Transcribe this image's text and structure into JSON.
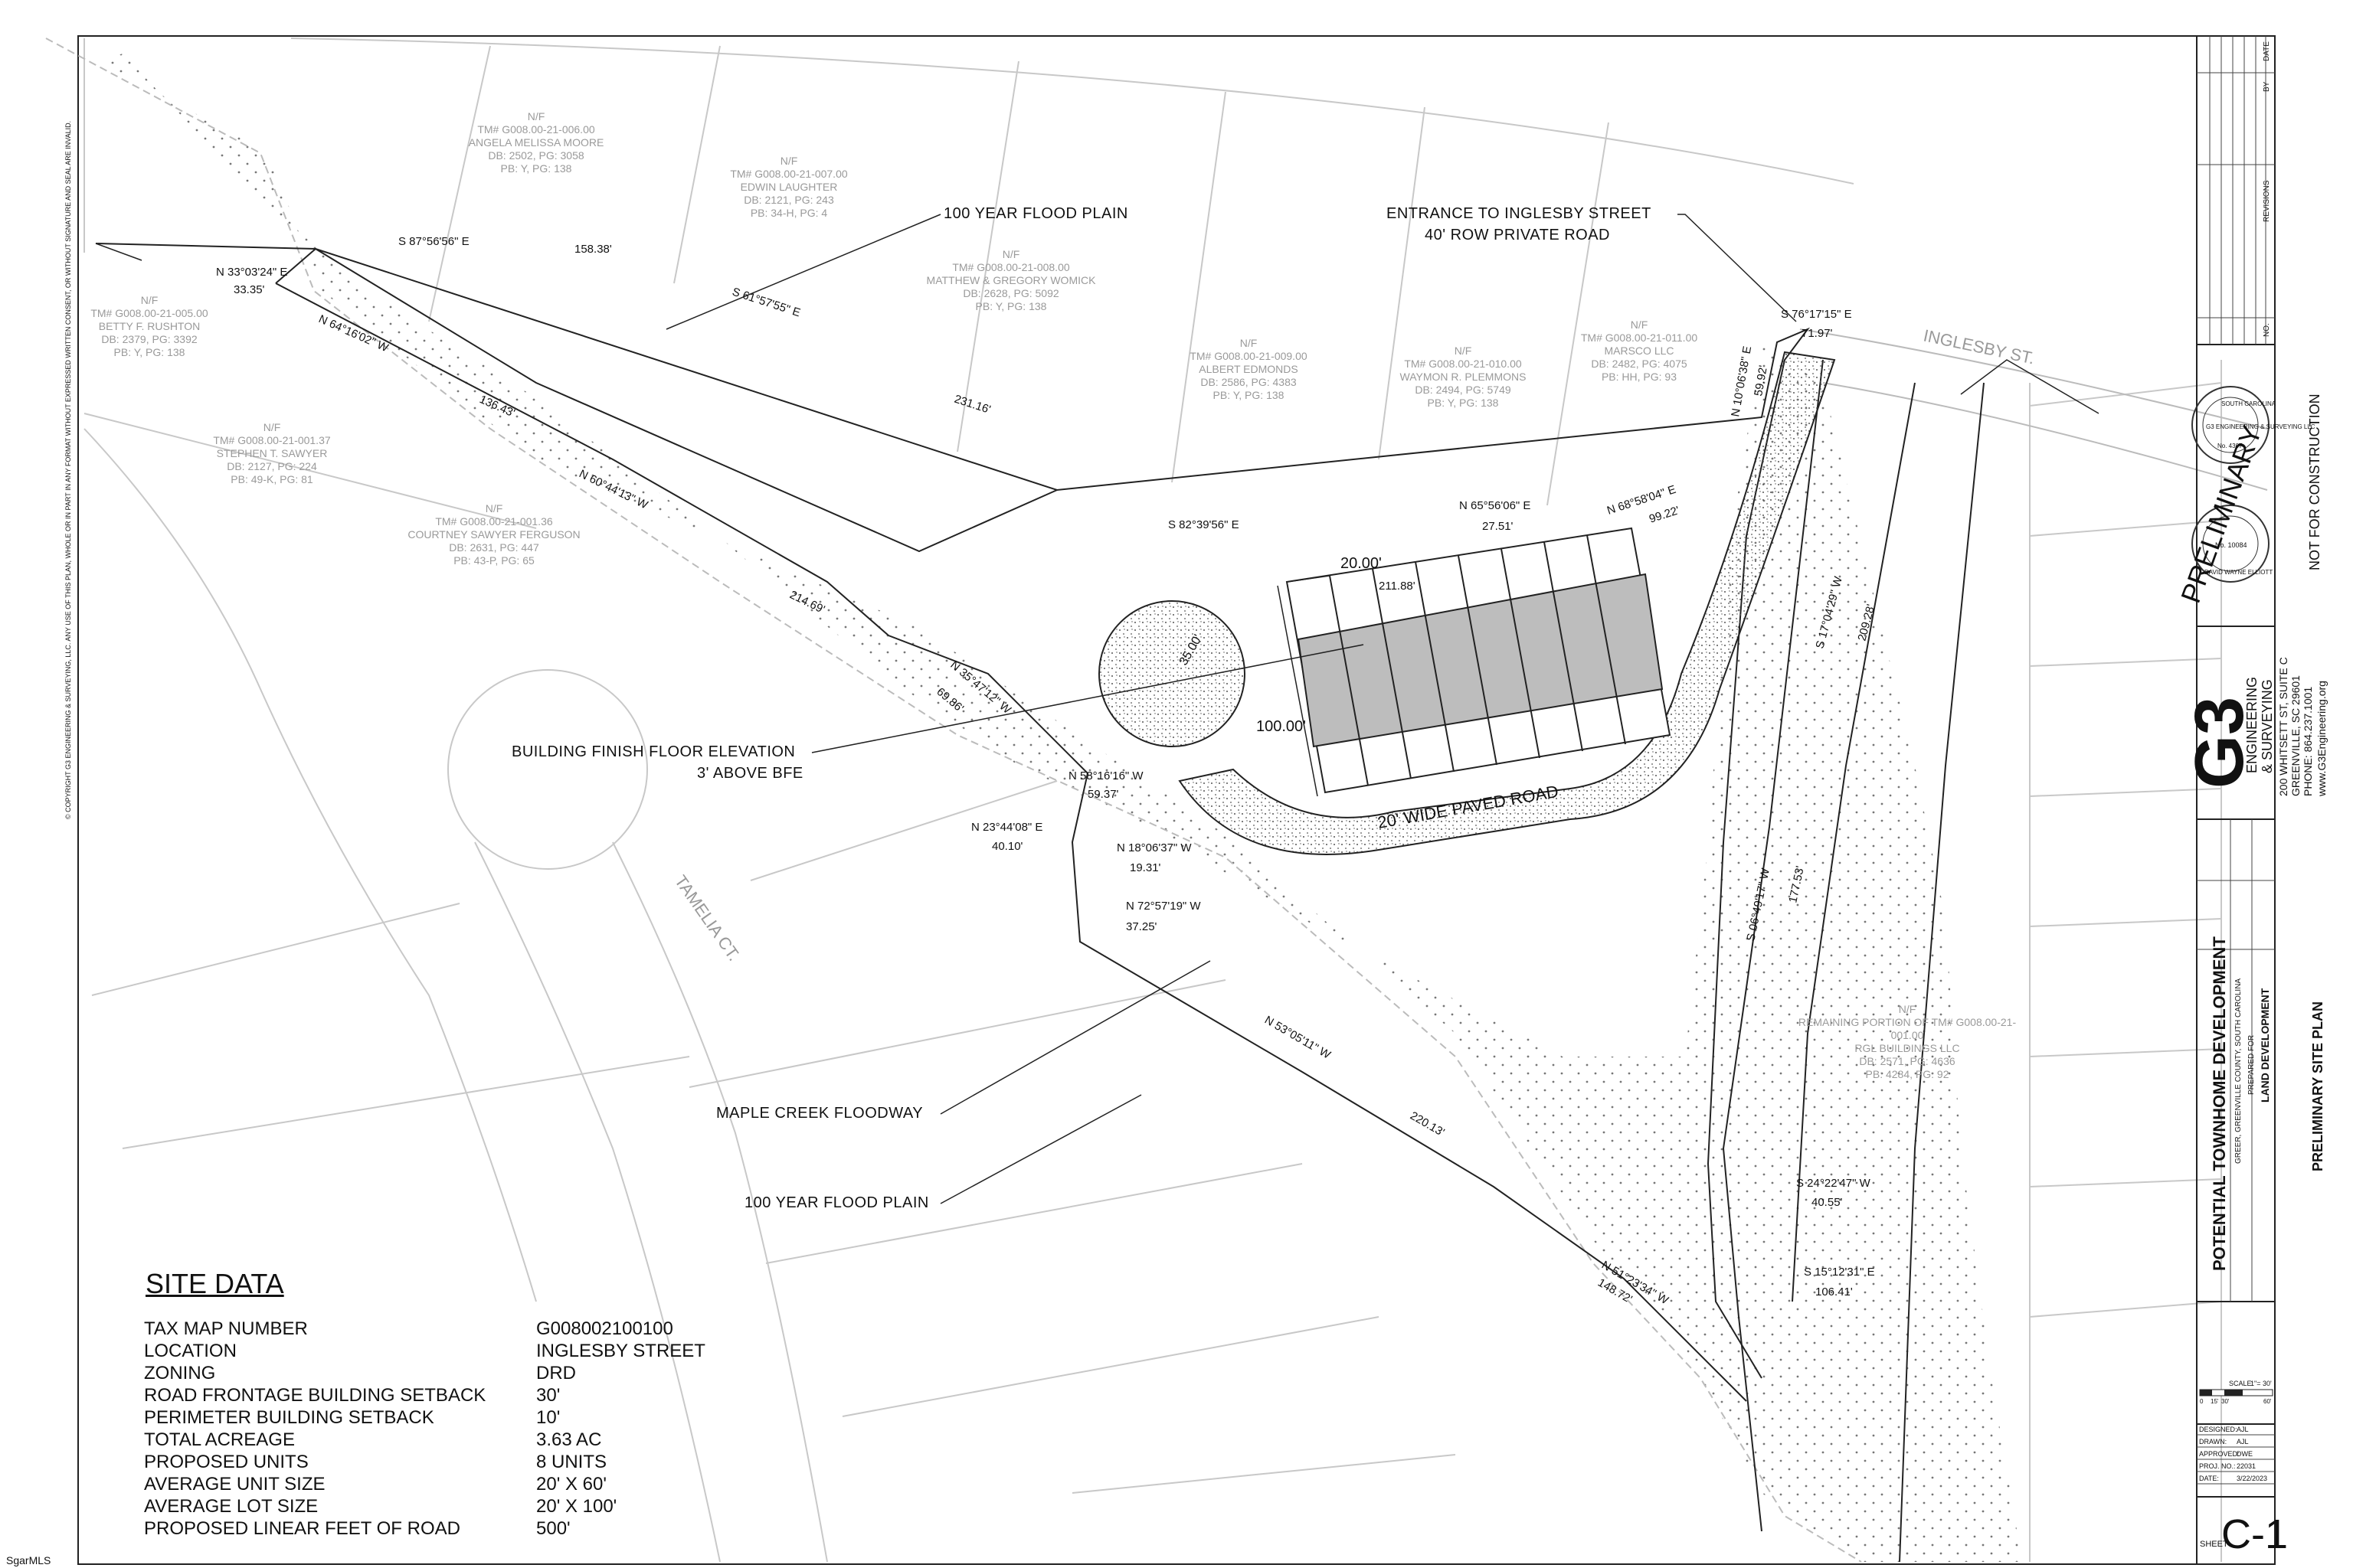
{
  "callouts": {
    "flood_plain_top": "100 YEAR FLOOD PLAIN",
    "entrance_1": "ENTRANCE TO INGLESBY STREET",
    "entrance_2": "40' ROW PRIVATE ROAD",
    "bfe_1": "BUILDING FINISH FLOOR ELEVATION",
    "bfe_2": "3' ABOVE BFE",
    "floodway": "MAPLE CREEK FLOODWAY",
    "flood_plain_bottom": "100 YEAR FLOOD PLAIN",
    "paved_road": "20' WIDE PAVED ROAD",
    "dim_width": "20.00'",
    "dim_depth": "100.00'",
    "dim_radius": "35.00'"
  },
  "streets": {
    "inglesby": "INGLESBY ST.",
    "tamelia": "TAMELIA CT."
  },
  "parcels": [
    {
      "nf": "N/F",
      "tm": "TM# G008.00-21-006.00",
      "owner": "ANGELA MELISSA MOORE",
      "db": "DB: 2502, PG: 3058",
      "pb": "PB: Y, PG: 138"
    },
    {
      "nf": "N/F",
      "tm": "TM# G008.00-21-007.00",
      "owner": "EDWIN LAUGHTER",
      "db": "DB: 2121, PG: 243",
      "pb": "PB: 34-H, PG: 4"
    },
    {
      "nf": "N/F",
      "tm": "TM# G008.00-21-008.00",
      "owner": "MATTHEW & GREGORY WOMICK",
      "db": "DB: 2628, PG: 5092",
      "pb": "PB: Y, PG: 138"
    },
    {
      "nf": "N/F",
      "tm": "TM# G008.00-21-005.00",
      "owner": "BETTY F. RUSHTON",
      "db": "DB: 2379, PG: 3392",
      "pb": "PB: Y, PG: 138"
    },
    {
      "nf": "N/F",
      "tm": "TM# G008.00-21-009.00",
      "owner": "ALBERT EDMONDS",
      "db": "DB: 2586, PG: 4383",
      "pb": "PB: Y, PG: 138"
    },
    {
      "nf": "N/F",
      "tm": "TM# G008.00-21-010.00",
      "owner": "WAYMON R. PLEMMONS",
      "db": "DB: 2494, PG: 5749",
      "pb": "PB: Y, PG: 138"
    },
    {
      "nf": "N/F",
      "tm": "TM# G008.00-21-011.00",
      "owner": "MARSCO LLC",
      "db": "DB: 2482, PG: 4075",
      "pb": "PB: HH, PG: 93"
    },
    {
      "nf": "N/F",
      "tm": "TM# G008.00-21-001.37",
      "owner": "STEPHEN T. SAWYER",
      "db": "DB: 2127, PG: 224",
      "pb": "PB: 49-K, PG: 81"
    },
    {
      "nf": "N/F",
      "tm": "TM# G008.00-21-001.36",
      "owner": "COURTNEY SAWYER FERGUSON",
      "db": "DB: 2631, PG: 447",
      "pb": "PB: 43-P, PG: 65"
    },
    {
      "nf": "N/F",
      "tm": "REMAINING PORTION OF TM# G008.00-21-001.00",
      "owner": "RGL BUILDINGS LLC",
      "db": "DB: 2571, PG: 4636",
      "pb": "PB: 4284, PG: 92"
    }
  ],
  "bearings": [
    "S 87°56'56\" E",
    "158.38'",
    "N 33°03'24\" E",
    "33.35'",
    "S 61°57'55\" E",
    "231.16'",
    "N 64°16'02\" W",
    "136.43'",
    "N 60°44'13\" W",
    "214.69'",
    "S 82°39'56\" E",
    "211.88'",
    "N 65°56'06\" E",
    "27.51'",
    "N 68°58'04\" E",
    "99.22'",
    "S 76°17'15\" E",
    "71.97'",
    "N 10°06'38\" E",
    "59.92'",
    "S 17°04'29\" W",
    "209.28'",
    "N 35°47'12\" W",
    "69.86'",
    "N 58°16'16\" W",
    "59.37'",
    "N 23°44'08\" E",
    "40.10'",
    "N 18°06'37\" W",
    "19.31'",
    "N 72°57'19\" W",
    "37.25'",
    "N 53°05'11\" W",
    "220.13'",
    "S 06°49'17\" W",
    "177.53'",
    "S 24°22'47\" W",
    "40.55'",
    "S 15°12'31\" E",
    "106.41'",
    "N 51°23'34\" W",
    "148.72'"
  ],
  "site_data": {
    "title": "SITE DATA",
    "rows": [
      {
        "label": "TAX MAP NUMBER",
        "value": "G008002100100"
      },
      {
        "label": "LOCATION",
        "value": "INGLESBY STREET"
      },
      {
        "label": "ZONING",
        "value": "DRD"
      },
      {
        "label": "ROAD FRONTAGE BUILDING SETBACK",
        "value": "30'"
      },
      {
        "label": "PERIMETER BUILDING SETBACK",
        "value": "10'"
      },
      {
        "label": "TOTAL ACREAGE",
        "value": "3.63 AC"
      },
      {
        "label": "PROPOSED UNITS",
        "value": "8 UNITS"
      },
      {
        "label": "AVERAGE UNIT SIZE",
        "value": "20' X 60'"
      },
      {
        "label": "AVERAGE LOT SIZE",
        "value": "20' X 100'"
      },
      {
        "label": "PROPOSED LINEAR FEET OF ROAD",
        "value": "500'"
      }
    ]
  },
  "title_block": {
    "rev_no": "NO.",
    "rev_label": "REVISIONS",
    "rev_by": "BY",
    "rev_date": "DATE",
    "preliminary": "PRELIMINARY",
    "not_for_construction": "NOT FOR CONSTRUCTION",
    "seal_1_state": "SOUTH CAROLINA",
    "seal_1_firm": "G3 ENGINEERING & SURVEYING LLC",
    "seal_1_no": "No. 4307",
    "seal_2_no": "No. 10084",
    "seal_2_name": "DAVID WAYNE ELLIOTT",
    "logo": "G3",
    "firm_1": "ENGINEERING",
    "firm_2": "& SURVEYING",
    "addr_1": "200 WHITSETT ST, SUITE C",
    "addr_2": "GREENVILLE, SC 29601",
    "phone": "PHONE: 864.237.1001",
    "web": "www.G3Engineering.org",
    "project": "POTENTIAL TOWNHOME DEVELOPMENT",
    "location": "GREER, GREENVILLE COUNTY, SOUTH CAROLINA",
    "prepared_for": "PREPARED FOR",
    "client": "LAND DEVELOPMENT",
    "sheet_title": "PRELIMINARY SITE PLAN",
    "scale_label": "SCALE:",
    "scale_value": "1\"= 30'",
    "scale_ticks": [
      "0",
      "15'",
      "30'",
      "60'"
    ],
    "designed_label": "DESIGNED:",
    "designed": "AJL",
    "drawn_label": "DRAWN:",
    "drawn": "AJL",
    "approved_label": "APPROVED:",
    "approved": "DWE",
    "proj_no_label": "PROJ. NO.:",
    "proj_no": "22031",
    "date_label": "DATE:",
    "date": "3/22/2023",
    "sheet_label": "SHEET",
    "sheet_no": "C-1"
  },
  "copyright": "© COPYRIGHT G3 ENGINEERING & SURVEYING, LLC. ANY USE OF THIS PLAN, WHOLE OR IN PART IN ANY FORMAT WITHOUT EXPRESSED WRITTEN CONSENT, OR WITHOUT SIGNATURE AND SEAL ARE INVALID.",
  "watermark": "SgarMLS"
}
